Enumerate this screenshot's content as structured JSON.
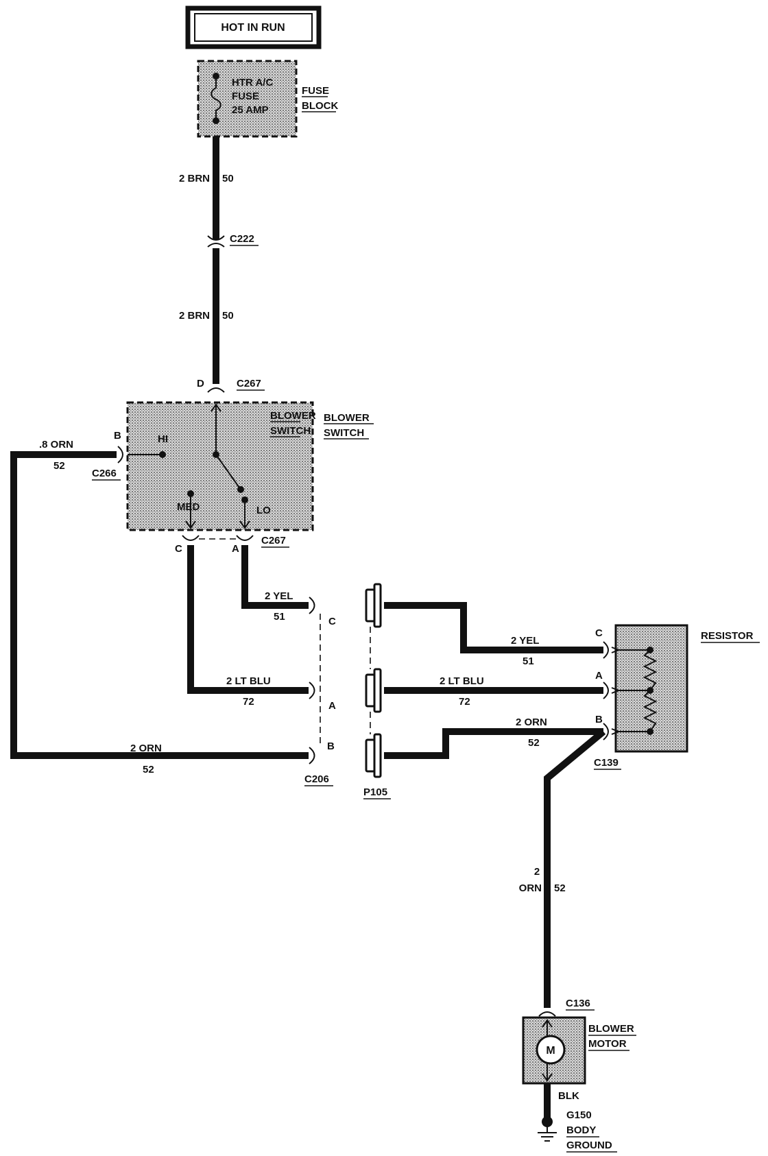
{
  "title": "HOT IN RUN",
  "fuse_block": {
    "fuse_lines": [
      "HTR A/C",
      "FUSE",
      "25 AMP"
    ],
    "label_lines": [
      "FUSE",
      "BLOCK"
    ]
  },
  "wire_brn_1": {
    "gauge_color": "2 BRN",
    "circuit": "50"
  },
  "connector_c222": "C222",
  "wire_brn_2": {
    "gauge_color": "2 BRN",
    "circuit": "50"
  },
  "blower_switch": {
    "pin_d": "D",
    "connector_top": "C267",
    "inner_lines": [
      "BLOWER",
      "SWITCH"
    ],
    "label_lines": [
      "BLOWER",
      "SWITCH"
    ],
    "pos_hi": "HI",
    "pos_med": "MED",
    "pos_lo": "LO",
    "pin_b": "B",
    "connector_left": "C266",
    "pin_c": "C",
    "pin_a": "A",
    "connector_bottom": "C267"
  },
  "wire_orn_08": {
    "gauge_color": ".8 ORN",
    "circuit": "52"
  },
  "wire_yel_1": {
    "gauge_color": "2 YEL",
    "circuit": "51"
  },
  "wire_yel_2": {
    "gauge_color": "2 YEL",
    "circuit": "51"
  },
  "wire_ltblu_1": {
    "gauge_color": "2 LT BLU",
    "circuit": "72"
  },
  "wire_ltblu_2": {
    "gauge_color": "2 LT BLU",
    "circuit": "72"
  },
  "wire_orn_2a": {
    "gauge_color": "2 ORN",
    "circuit": "52"
  },
  "wire_orn_2b": {
    "gauge_color": "2 ORN",
    "circuit": "52"
  },
  "connector_c206": {
    "name": "C206",
    "pin_c": "C",
    "pin_a": "A",
    "pin_b": "B"
  },
  "connector_p105": "P105",
  "resistor": {
    "label": "RESISTOR",
    "pin_c": "C",
    "pin_a": "A",
    "pin_b": "B",
    "connector": "C139"
  },
  "wire_orn_motor": {
    "gauge": "2",
    "color": "ORN",
    "circuit": "52"
  },
  "blower_motor": {
    "connector": "C136",
    "symbol": "M",
    "label_lines": [
      "BLOWER",
      "MOTOR"
    ],
    "ground_wire": "BLK"
  },
  "ground": {
    "label_lines": [
      "G150",
      "BODY",
      "GROUND"
    ]
  },
  "colors": {
    "ink": "#111111",
    "fill_stipple": "#9a9a9a",
    "background": "#ffffff"
  }
}
